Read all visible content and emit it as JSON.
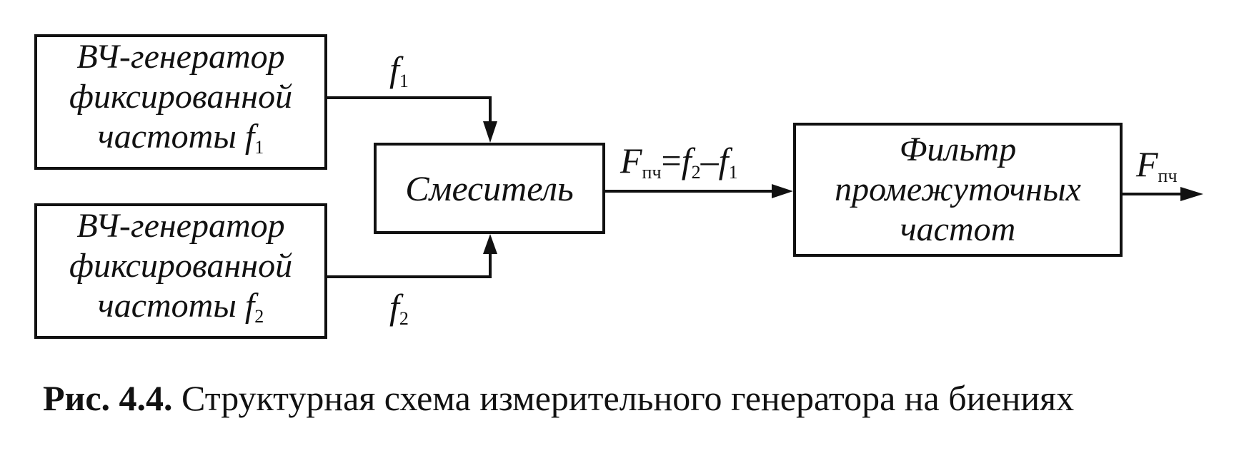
{
  "blocks": {
    "gen1": {
      "lines": [
        "ВЧ-генератор",
        "фиксированной",
        "частоты"
      ],
      "freq_symbol": "f",
      "freq_sub": "1"
    },
    "gen2": {
      "lines": [
        "ВЧ-генератор",
        "фиксированной",
        "частоты"
      ],
      "freq_symbol": "f",
      "freq_sub": "2"
    },
    "mixer": {
      "label": "Смеситель"
    },
    "filter": {
      "lines": [
        "Фильтр",
        "промежуточных",
        "частот"
      ]
    }
  },
  "signals": {
    "f1": {
      "symbol": "f",
      "sub": "1"
    },
    "f2": {
      "symbol": "f",
      "sub": "2"
    },
    "mid": {
      "F": "F",
      "F_sub": "пч",
      "eq": "=",
      "f2": "f",
      "f2_sub": "2",
      "minus": "–",
      "f1": "f",
      "f1_sub": "1"
    },
    "out": {
      "F": "F",
      "F_sub": "пч"
    }
  },
  "caption": {
    "number": "Рис. 4.4.",
    "text": "Структурная схема измерительного генератора на биениях"
  },
  "colors": {
    "ink": "#111111",
    "background": "#ffffff"
  }
}
